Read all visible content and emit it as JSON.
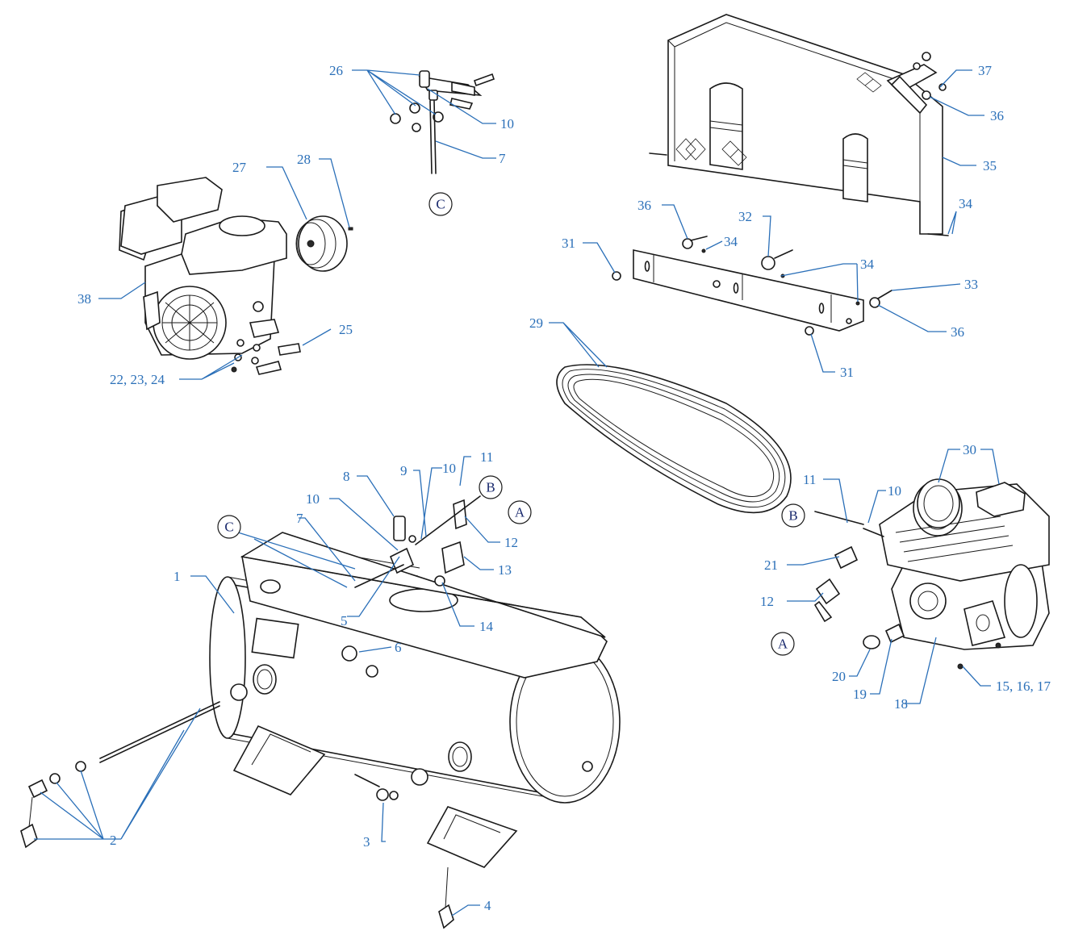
{
  "callouts": {
    "c1": "1",
    "c2": "2",
    "c3": "3",
    "c4": "4",
    "c5": "5",
    "c6": "6",
    "c7_top": "7",
    "c7_tank": "7",
    "c8": "8",
    "c9": "9",
    "c10_top": "10",
    "c10_tank_a": "10",
    "c10_tank_b": "10",
    "c10_pump": "10",
    "c11_tank": "11",
    "c11_pump": "11",
    "c12_tank": "12",
    "c12_pump": "12",
    "c13": "13",
    "c14": "14",
    "c15_16_17": "15, 16, 17",
    "c18": "18",
    "c19": "19",
    "c20": "20",
    "c21": "21",
    "c22_23_24": "22, 23, 24",
    "c25": "25",
    "c26": "26",
    "c27": "27",
    "c28": "28",
    "c29": "29",
    "c30": "30",
    "c31_a": "31",
    "c31_b": "31",
    "c32": "32",
    "c33": "33",
    "c34_a": "34",
    "c34_b": "34",
    "c34_c": "34",
    "c35": "35",
    "c36_a": "36",
    "c36_b": "36",
    "c36_c": "36",
    "c37": "37",
    "c38": "38"
  },
  "refs": {
    "ref_c_top": "C",
    "ref_c_tank": "C",
    "ref_b_tank": "B",
    "ref_b_pump": "B",
    "ref_a_tank": "A",
    "ref_a_pump": "A"
  },
  "colors": {
    "callout": "#2a6fb8",
    "line": "#1a1a1a",
    "ref_letter": "#1a2a6e"
  }
}
